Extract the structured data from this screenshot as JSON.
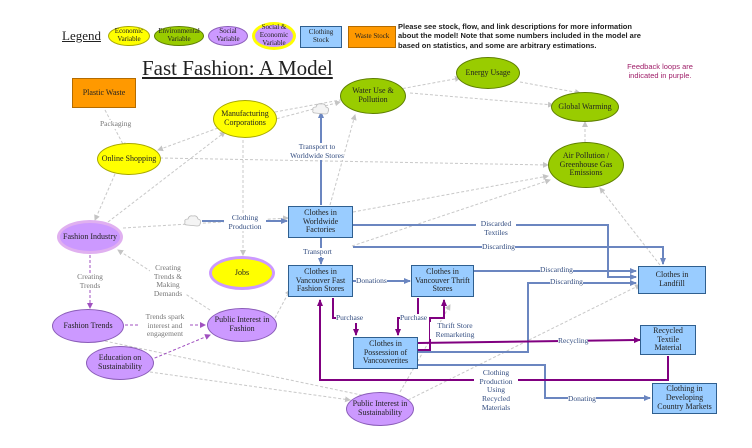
{
  "title": "Fast Fashion: A Model",
  "legend": {
    "label": "Legend",
    "economic": "Economic Variable",
    "environmental": "Environmental Variable",
    "social": "Social Variable",
    "social_economic": "Social & Economic Variable",
    "clothing_stock": "Clothing Stock",
    "waste_stock": "Waste Stock"
  },
  "note": "Please see stock, flow, and link descriptions for more information about the model! Note that some numbers included in the model are based on statistics, and some are arbitrary estimations.",
  "feedback_note": "Feedback loops are indicated in purple.",
  "nodes": {
    "plastic_waste": "Plastic Waste",
    "manufacturing": "Manufacturing Corporations",
    "online_shopping": "Online Shopping",
    "water_use": "Water Use & Pollution",
    "energy_usage": "Energy Usage",
    "global_warming": "Global Warming",
    "air_pollution": "Air Pollution / Greenhouse Gas Emissions",
    "fashion_industry": "Fashion Industry",
    "worldwide_factories": "Clothes in Worldwide Factories",
    "jobs": "Jobs",
    "vancouver_stores": "Clothes in Vancouver Fast Fashion Stores",
    "thrift_stores": "Clothes in Vancouver Thrift Stores",
    "landfill": "Clothes in Landfill",
    "fashion_trends": "Fashion Trends",
    "public_interest_fashion": "Public Interest in Fashion",
    "possession": "Clothes in Possession of Vancouverites",
    "recycled_material": "Recycled Textile Material",
    "education": "Education on Sustainability",
    "public_interest_sustainability": "Public Interest in Sustainability",
    "developing_markets": "Clothing in Developing Country Markets"
  },
  "edge_labels": {
    "packaging": "Packaging",
    "transport_worldwide": "Transport to Worldwide Stores",
    "clothing_production": "Clothing Production",
    "discarded_textiles": "Discarded Textiles",
    "discarding_1": "Discarding",
    "transport": "Transport",
    "donations": "Donations",
    "discarding_2": "Discarding",
    "discarding_3": "Discarding",
    "creating_trends": "Creating Trends",
    "creating_trends_demands": "Creating Trends & Making Demands",
    "trends_spark": "Trends spark interest and engagement",
    "purchase_1": "Purchase",
    "purchase_2": "Purchase",
    "thrift_remarketing": "Thrift Store Remarketing",
    "recycling": "Recycling",
    "production_recycled": "Clothing Production Using Recycled Materials",
    "donating": "Donating"
  },
  "colors": {
    "flow": "#6b86c0",
    "feedback": "#800080",
    "link": "#c8c8c8",
    "title": "#222222",
    "feedback_note": "#a0206a"
  }
}
